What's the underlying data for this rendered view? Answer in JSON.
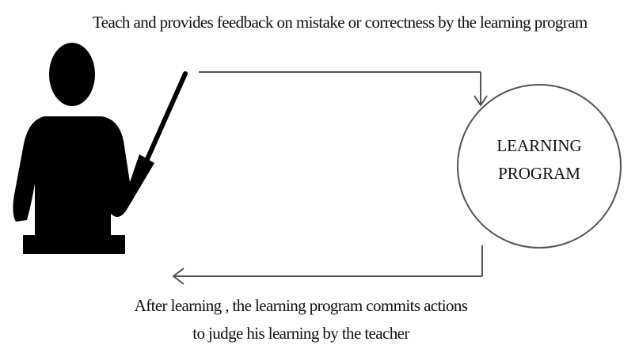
{
  "captions": {
    "top": "Teach and provides feedback on mistake or correctness by the learning program",
    "bottom_line_1": "After learning , the learning program commits actions",
    "bottom_line_2": "to judge his learning by the teacher"
  },
  "nodes": {
    "learning_program": {
      "line_1": "LEARNING",
      "line_2": "PROGRAM"
    }
  },
  "icons": {
    "teacher": "teacher-with-pointer-icon"
  },
  "colors": {
    "figure": "#000000",
    "lines": "#555555",
    "text": "#111111",
    "background": "#ffffff"
  }
}
